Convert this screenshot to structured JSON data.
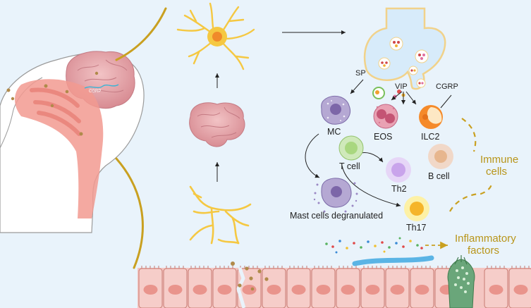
{
  "labels": {
    "sp": "SP",
    "vip": "VIP",
    "cgrp": "CGRP",
    "cgrp_small": "CGRP",
    "mc": "MC",
    "eos": "EOS",
    "ilc2": "ILC2",
    "t_cell": "T cell",
    "th2": "Th2",
    "b_cell": "B cell",
    "th17": "Th17",
    "mast_degranulated": "Mast cells degranulated",
    "immune_cells_line1": "Immune",
    "immune_cells_line2": "cells",
    "inflammatory_line1": "Inflammatory",
    "inflammatory_line2": "factors"
  },
  "colors": {
    "background": "#e9f3fb",
    "gold": "#c9a020",
    "neuron": "#f5c842",
    "brain": "#e9a3a8",
    "epithelium": "#f4c6c2",
    "goblet": "#6aa67a",
    "mucus": "#5ab4e5"
  }
}
